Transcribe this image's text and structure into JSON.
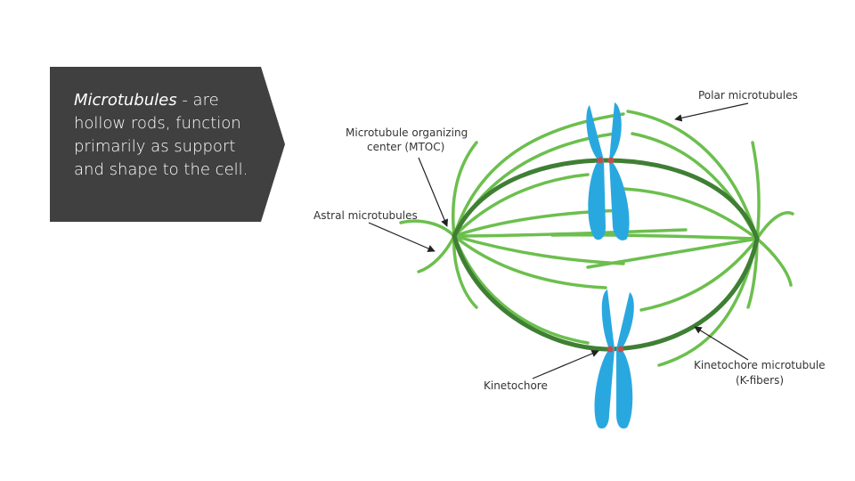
{
  "slide": {
    "term": "Microtubules",
    "description": " - are hollow rods, function primarily as support and shape to the cell."
  },
  "diagram": {
    "labels": {
      "polar": "Polar microtubules",
      "mtoc_line1": "Microtubule organizing",
      "mtoc_line2": "center (MTOC)",
      "astral": "Astral microtubules",
      "kinetochore": "Kinetochore",
      "kfibers_line1": "Kinetochore microtubule",
      "kfibers_line2": "(K-fibers)"
    },
    "colors": {
      "callout_bg": "#404040",
      "light_green": "#6cbf4e",
      "dark_green": "#3f7f34",
      "chromosome": "#29a8e0",
      "centromere": "#c0504d"
    }
  }
}
